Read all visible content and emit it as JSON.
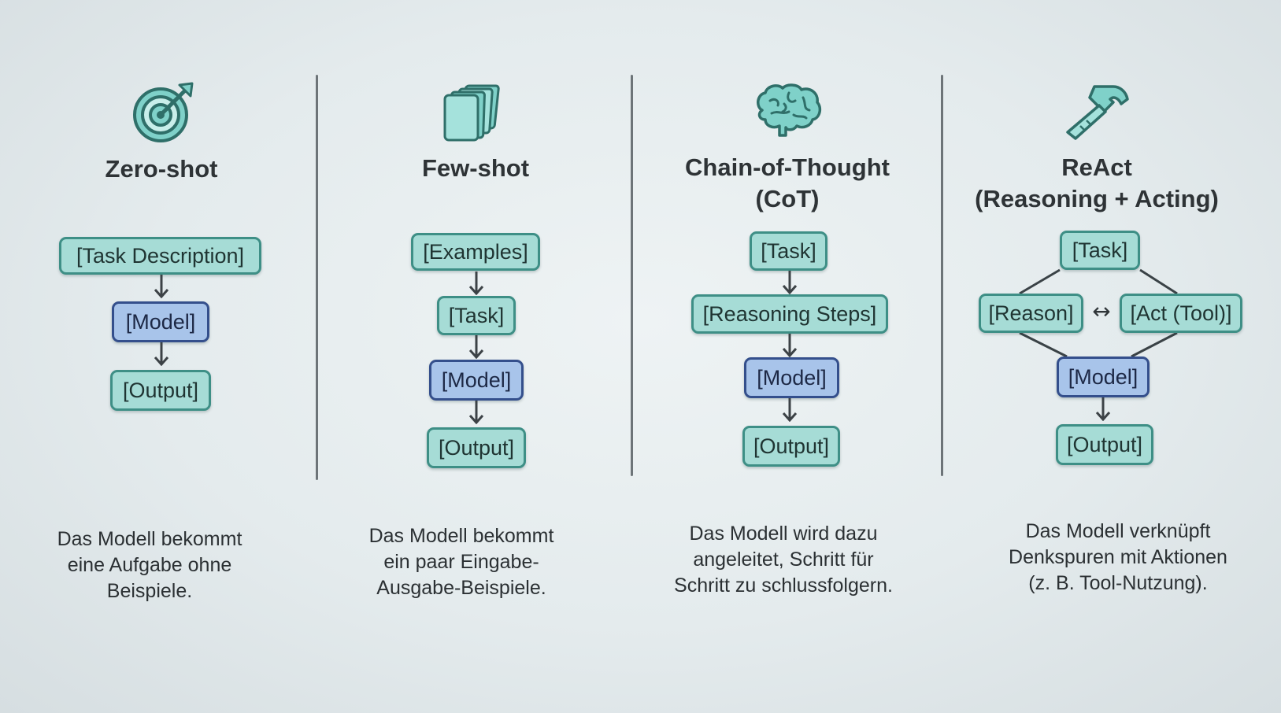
{
  "columns": [
    {
      "icon": "target-icon",
      "title": "Zero-shot",
      "steps": [
        "[Task Description]",
        "[Model]",
        "[Output]"
      ],
      "description": [
        "Das Modell bekommt",
        "eine Aufgabe ohne",
        "Beispiele."
      ]
    },
    {
      "icon": "stacked-cards-icon",
      "title": "Few-shot",
      "steps": [
        "[Examples]",
        "[Task]",
        "[Model]",
        "[Output]"
      ],
      "description": [
        "Das Modell bekommt",
        "ein paar Eingabe-",
        "Ausgabe-Beispiele."
      ]
    },
    {
      "icon": "brain-icon",
      "title": "Chain-of-Thought\n(CoT)",
      "steps": [
        "[Task]",
        "[Reasoning Steps]",
        "[Model]",
        "[Output]"
      ],
      "description": [
        "Das Modell wird dazu",
        "angeleitet, Schritt für",
        "Schritt zu schlussfolgern."
      ]
    },
    {
      "icon": "hammer-icon",
      "title": "ReAct\n(Reasoning + Acting)",
      "task": "[Task]",
      "reason": "[Reason]",
      "exchange_symbol": "↔",
      "act": "[Act (Tool)]",
      "model": "[Model]",
      "output": "[Output]",
      "description": [
        "Das Modell verknüpft",
        "Denkspuren mit Aktionen",
        "(z. B. Tool-Nutzung)."
      ]
    }
  ],
  "colors": {
    "teal_box": "#a6dcd6",
    "teal_border": "#3e8f86",
    "blue_box": "#a8c4ea",
    "blue_border": "#344f8c",
    "icon_teal": "#7fd1c9"
  }
}
